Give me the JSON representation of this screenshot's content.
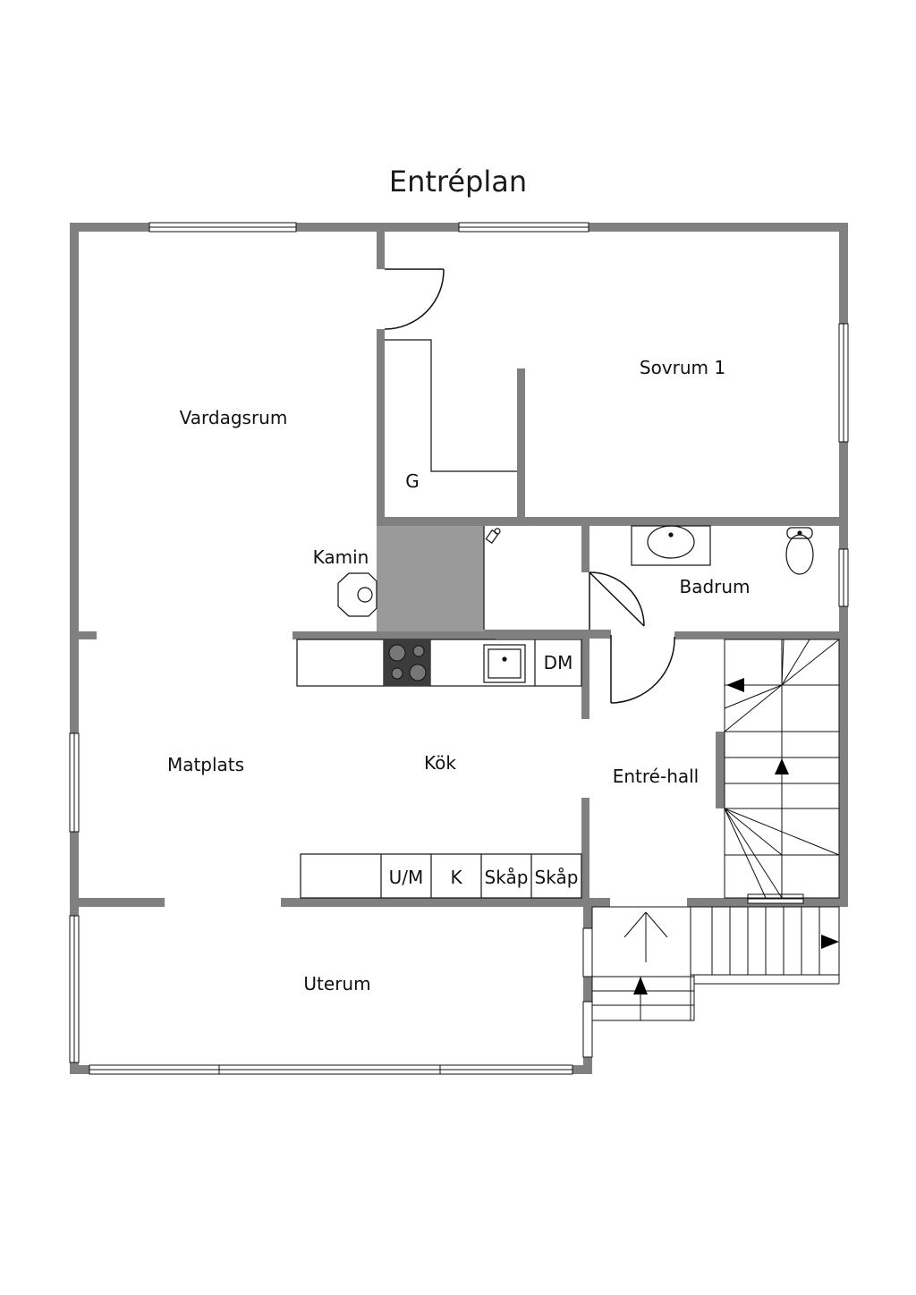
{
  "title": "Entréplan",
  "rooms": {
    "vardagsrum": "Vardagsrum",
    "sovrum1": "Sovrum 1",
    "garderob": "G",
    "kamin": "Kamin",
    "badrum": "Badrum",
    "matplats": "Matplats",
    "kok": "Kök",
    "entre_hall": "Entré-hall",
    "uterum": "Uterum"
  },
  "fixtures": {
    "diskmaskin": "DM",
    "kyl_frys": "U/M",
    "kyl": "K",
    "skap_1": "Skåp",
    "skap_2": "Skåp"
  },
  "colors": {
    "wall": "#808080",
    "fireplace_fill": "#9a9a9a",
    "line": "#111111",
    "stove": "#3c3c3c"
  },
  "icons": [
    "stove-icon",
    "sink-icon",
    "washbasin-icon",
    "toilet-icon",
    "shower-tap-icon",
    "fireplace-icon",
    "stair-arrow-icon"
  ]
}
